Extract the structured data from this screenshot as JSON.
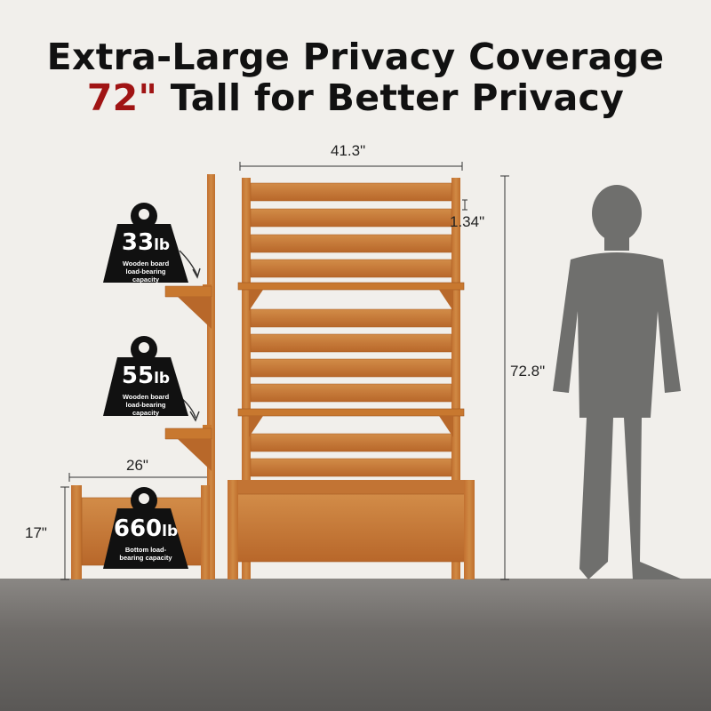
{
  "headline": {
    "line1": "Extra-Large Privacy Coverage",
    "line2_highlight": "72\"",
    "line2_rest": " Tall for Better Privacy",
    "highlight_color": "#a01414"
  },
  "dimensions": {
    "width": "41.3\"",
    "slat_gap": "1.34\"",
    "height": "72.8\"",
    "planter_depth": "26\"",
    "planter_height": "17\""
  },
  "weights": [
    {
      "value": "33",
      "unit": "lb",
      "caption": "Wooden board load-bearing capacity"
    },
    {
      "value": "55",
      "unit": "lb",
      "caption": "Wooden board load-bearing capacity"
    },
    {
      "value": "660",
      "unit": "lb",
      "caption": "Bottom load-bearing capacity"
    }
  ],
  "colors": {
    "wood": "#c8782f",
    "silhouette": "#6f6f6d",
    "floor": "#6e6b68"
  }
}
